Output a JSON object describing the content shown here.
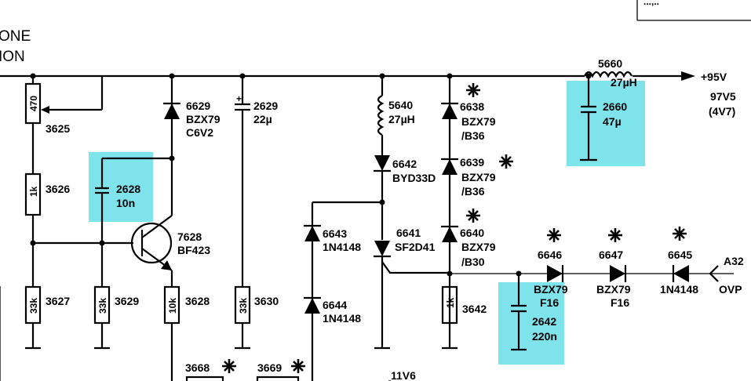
{
  "header": {
    "line1": "ONE",
    "line2": "ION",
    "corner_text": "...,.."
  },
  "output": {
    "voltage": "+95V",
    "alt1": "97V5",
    "alt2": "(4V7)"
  },
  "rail_labels": {
    "bottom": "11V6",
    "ovp_connector": "A32",
    "ovp_label": "OVP"
  },
  "components": {
    "r3625": {
      "ref": "3625",
      "value": "470"
    },
    "r3626": {
      "ref": "3626",
      "value": "1k"
    },
    "r3627": {
      "ref": "3627",
      "value": "33k"
    },
    "r3629": {
      "ref": "3629",
      "value": "33k"
    },
    "r3628": {
      "ref": "3628",
      "value": "10k"
    },
    "r3630": {
      "ref": "3630",
      "value": "33k"
    },
    "r3642": {
      "ref": "3642",
      "value": "1k"
    },
    "c2628": {
      "ref": "2628",
      "value": "10n"
    },
    "c2629": {
      "ref": "2629",
      "value": "22µ"
    },
    "c2660": {
      "ref": "2660",
      "value": "47µ"
    },
    "c2642": {
      "ref": "2642",
      "value": "220n"
    },
    "q7628": {
      "ref": "7628",
      "value": "BF423"
    },
    "d6629": {
      "ref": "6629",
      "type": "BZX79",
      "grade": "C6V2"
    },
    "l5640": {
      "ref": "5640",
      "value": "27µH"
    },
    "l5660": {
      "ref": "5660",
      "value": "27µH"
    },
    "d6642": {
      "ref": "6642",
      "type": "BYD33D"
    },
    "d6641": {
      "ref": "6641",
      "type": "SF2D41"
    },
    "d6638": {
      "ref": "6638",
      "type": "BZX79",
      "grade": "/B36"
    },
    "d6639": {
      "ref": "6639",
      "type": "BZX79",
      "grade": "/B36"
    },
    "d6640": {
      "ref": "6640",
      "type": "BZX79",
      "grade": "/B30"
    },
    "d6643": {
      "ref": "6643",
      "type": "1N4148"
    },
    "d6644": {
      "ref": "6644",
      "type": "1N4148"
    },
    "d6646": {
      "ref": "6646",
      "type": "BZX79",
      "grade": "F16"
    },
    "d6647": {
      "ref": "6647",
      "type": "BZX79",
      "grade": "F16"
    },
    "d6645": {
      "ref": "6645",
      "type": "1N4148"
    },
    "r3668": {
      "ref": "3668"
    },
    "r3669": {
      "ref": "3669"
    }
  },
  "highlight_color": "#7fe3ec",
  "icons": {
    "asterisk": "asterisk-icon",
    "ground": "ground-icon"
  }
}
